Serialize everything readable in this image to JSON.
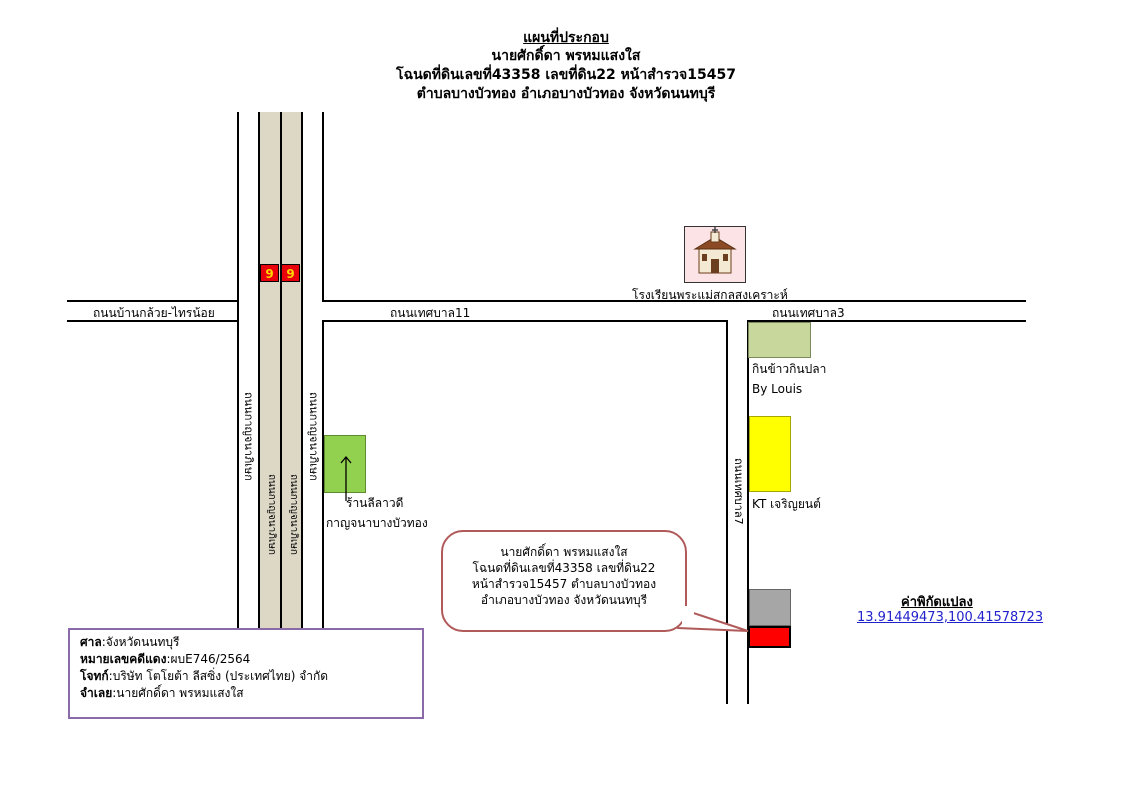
{
  "title": {
    "heading": "แผนที่ประกอบ",
    "owner": "นายศักดิ์ดา พรหมแสงใส",
    "deed": "โฉนดที่ดินเลขที่43358 เลขที่ดิน22 หน้าสำรวจ15457",
    "location": "ตำบลบางบัวทอง อำเภอบางบัวทอง จังหวัดนนทบุรี"
  },
  "roads": {
    "ban_kluai_sai_noi": "ถนนบ้านกล้วย-ไทรน้อย",
    "thetsaban_11": "ถนนเทศบาล11",
    "thetsaban_3": "ถนนเทศบาล3",
    "thetsaban_7": "ถนนเทศบาล7",
    "kanchanaphisek_outer_left": "ถนนกาญจนาภิเษก",
    "kanchanaphisek_inner_left": "ถนนกาญจนาภิเษก",
    "kanchanaphisek_inner_right": "ถนนกาญจนาภิเษก",
    "kanchanaphisek_outer_right": "ถนนกาญจนาภิเษก"
  },
  "highway_signs": [
    "9",
    "9"
  ],
  "landmarks": {
    "school": "โรงเรียนพระแม่สกลสงเคราะห์",
    "restaurant_line1": "กินข้าวกินปลา",
    "restaurant_line2": "By Louis",
    "kt_store": "KT เจริญยนต์",
    "shop_line1": "ร้านลีลาวดี",
    "shop_line2": "กาญจนาบางบัวทอง"
  },
  "callout": {
    "line1": "นายศักดิ์ดา พรหมแสงใส",
    "line2": "โฉนดที่ดินเลขที่43358 เลขที่ดิน22",
    "line3": "หน้าสำรวจ15457 ตำบลบางบัวทอง",
    "line4": "อำเภอบางบัวทอง จังหวัดนนทบุรี"
  },
  "coordinates": {
    "label": "ค่าพิกัดแปลง",
    "value": "13.91449473,100.41578723"
  },
  "case_info": {
    "court_label": "ศาล",
    "court_value": ":จังหวัดนนทบุรี",
    "case_no_label": "หมายเลขคดีแดง",
    "case_no_value": ":ผบE746/2564",
    "plaintiff_label": "โจทก์",
    "plaintiff_value": ":บริษัท โตโยต้า ลีสซิ่ง (ประเทศไทย) จำกัด",
    "defendant_label": "จำเลย",
    "defendant_value": ":นายศักดิ์ดา พรหมแสงใส"
  },
  "colors": {
    "highway_fill": "#ddd8c6",
    "sign_red": "#e8000b",
    "sign_text": "#ffd400",
    "restaurant": "#c8d89c",
    "kt_store": "#ffff00",
    "shop": "#92d050",
    "grey_plot": "#a6a6a6",
    "target_plot": "#ff0000",
    "callout_border": "#b15a5a",
    "info_border": "#8a6aa8",
    "link": "#2222cc"
  },
  "icons": {
    "school": "church-icon",
    "shop_marker": "arrow-up-icon"
  }
}
